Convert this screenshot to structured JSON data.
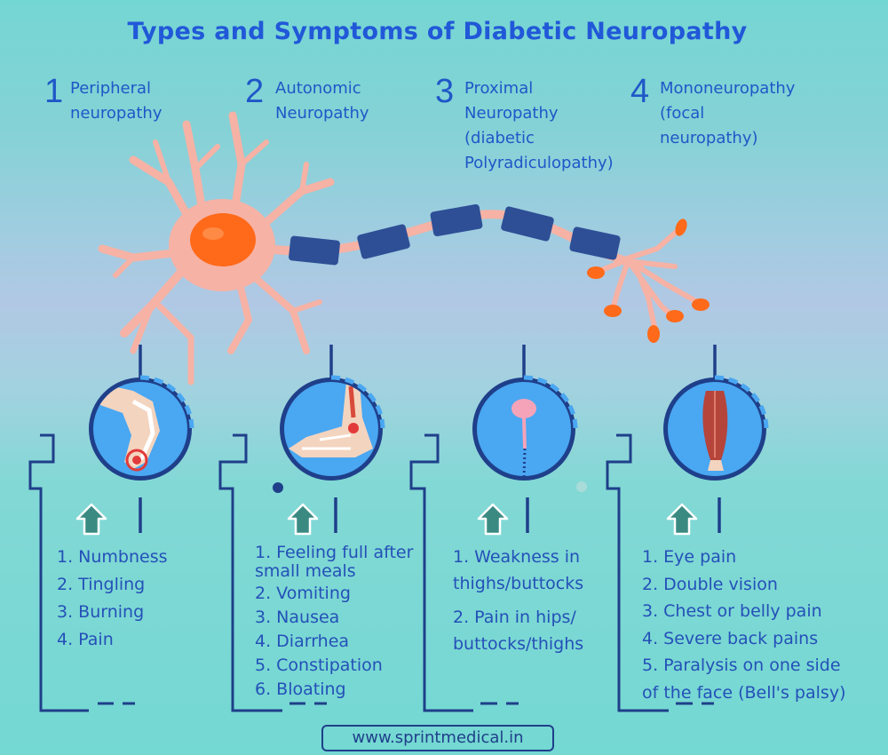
{
  "title": "Types and Symptoms of Diabetic Neuropathy",
  "types": [
    {
      "num": "1",
      "label": "Peripheral\nneuropathy",
      "symptoms": [
        "1. Numbness",
        "2. Tingling",
        "3. Burning",
        "4. Pain"
      ]
    },
    {
      "num": "2",
      "label": "Autonomic\nNeuropathy",
      "symptoms": [
        "1. Feeling full after\n    small meals",
        "2. Vomiting",
        "3. Nausea",
        "4. Diarrhea",
        "5. Constipation",
        "6. Bloating"
      ]
    },
    {
      "num": "3",
      "label": "Proximal\nNeuropathy\n(diabetic\nPolyradiculopathy)",
      "symptoms": [
        "1. Weakness in\n    thighs/buttocks",
        "2. Pain in hips/\n    buttocks/thighs"
      ]
    },
    {
      "num": "4",
      "label": "Mononeuropathy\n(focal neuropathy)",
      "symptoms": [
        "1. Eye pain",
        "2. Double vision",
        "3. Chest or belly pain",
        "4. Severe back pains",
        "5. Paralysis on one side\n    of the face (Bell's palsy)"
      ]
    }
  ],
  "footer": "www.sprintmedical.in",
  "colors": {
    "title": "#2158d8",
    "neuron": "#f6b2a5",
    "nucleus": "#ff6a1a",
    "myelin": "#2e4f96",
    "circle": "#4aa7f2",
    "line": "#1f3f8a"
  }
}
